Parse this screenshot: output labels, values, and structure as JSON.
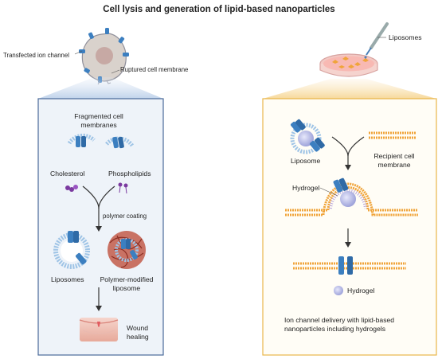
{
  "title": "Cell lysis and generation of lipid-based nanoparticles",
  "left_top": {
    "ion_channel_label": "Transfected ion channel",
    "ruptured_label": "Ruptured cell membrane"
  },
  "left_panel": {
    "fragments_label_1": "Fragmented cell",
    "fragments_label_2": "membranes",
    "cholesterol_label": "Cholesterol",
    "phospholipids_label": "Phospholipids",
    "polymer_coating_label": "polymer coating",
    "liposomes_label": "Liposomes",
    "polymer_modified_label_1": "Polymer-modified",
    "polymer_modified_label_2": "liposome",
    "wound_label_1": "Wound",
    "wound_label_2": "healing"
  },
  "right_top": {
    "liposomes_label": "Liposomes"
  },
  "right_panel": {
    "liposome_label": "Liposome",
    "recipient_label_1": "Recipient cell",
    "recipient_label_2": "membrane",
    "hydrogel_label_top": "Hydrogel",
    "hydrogel_legend_label": "Hydrogel",
    "caption_1": "Ion channel delivery with lipid-based",
    "caption_2": "nanoparticles including hydrogels"
  },
  "colors": {
    "left_border": "#4a6a9a",
    "left_fill": "#eef3f9",
    "right_border": "#e8b64a",
    "right_fill": "#fffdf6",
    "channel_blue": "#3c7fc0",
    "lipid_orange": "#f0a43a",
    "lipid_head_blue": "#6fa6d8",
    "hydrogel": "#a9aee0"
  }
}
